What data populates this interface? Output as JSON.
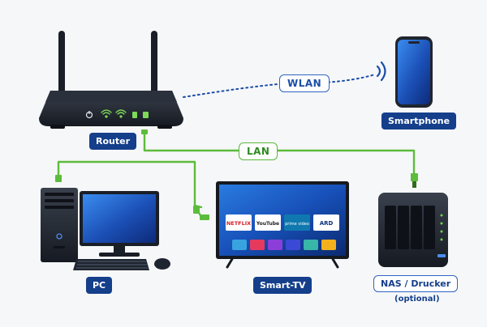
{
  "labels": {
    "router": "Router",
    "wlan": "WLAN",
    "lan": "LAN",
    "smartphone": "Smartphone",
    "pc": "PC",
    "smart_tv": "Smart-TV",
    "nas": "NAS / Drucker",
    "nas_note": "(optional)"
  },
  "tv_apps": {
    "netflix": "NETFLIX",
    "youtube": "YouTube",
    "prime": "prime video",
    "ard": "ARD"
  },
  "colors": {
    "label_dark": "#153f8b",
    "wifi_link": "#1a4ea8",
    "lan_cable": "#5cbc3c",
    "device_dark": "#1f2530",
    "screen_blue": "#2466c9"
  },
  "icons": [
    "power-icon",
    "wifi-icon",
    "wifi-icon",
    "status-icon",
    "lan-port-icon",
    "wifi-signal-icon"
  ]
}
